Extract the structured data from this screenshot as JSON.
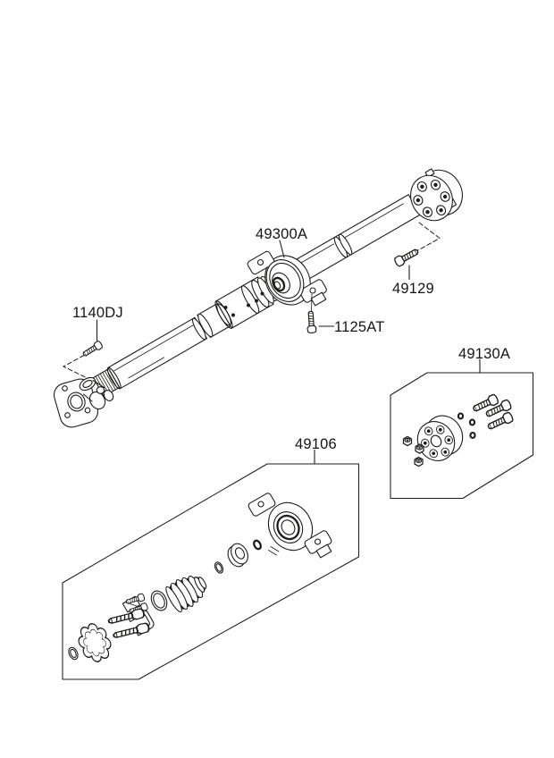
{
  "diagram": {
    "type": "exploded-parts-diagram",
    "subject": "propeller-shaft",
    "colors": {
      "background": "#ffffff",
      "line": "#1d1d1b"
    }
  },
  "labels": {
    "shaft_assembly": "49300A",
    "coupling_bolt": "49129",
    "yoke_bolt": "1140DJ",
    "support_bolt": "1125AT",
    "coupling_kit": "49130A",
    "bearing_kit": "49106"
  }
}
